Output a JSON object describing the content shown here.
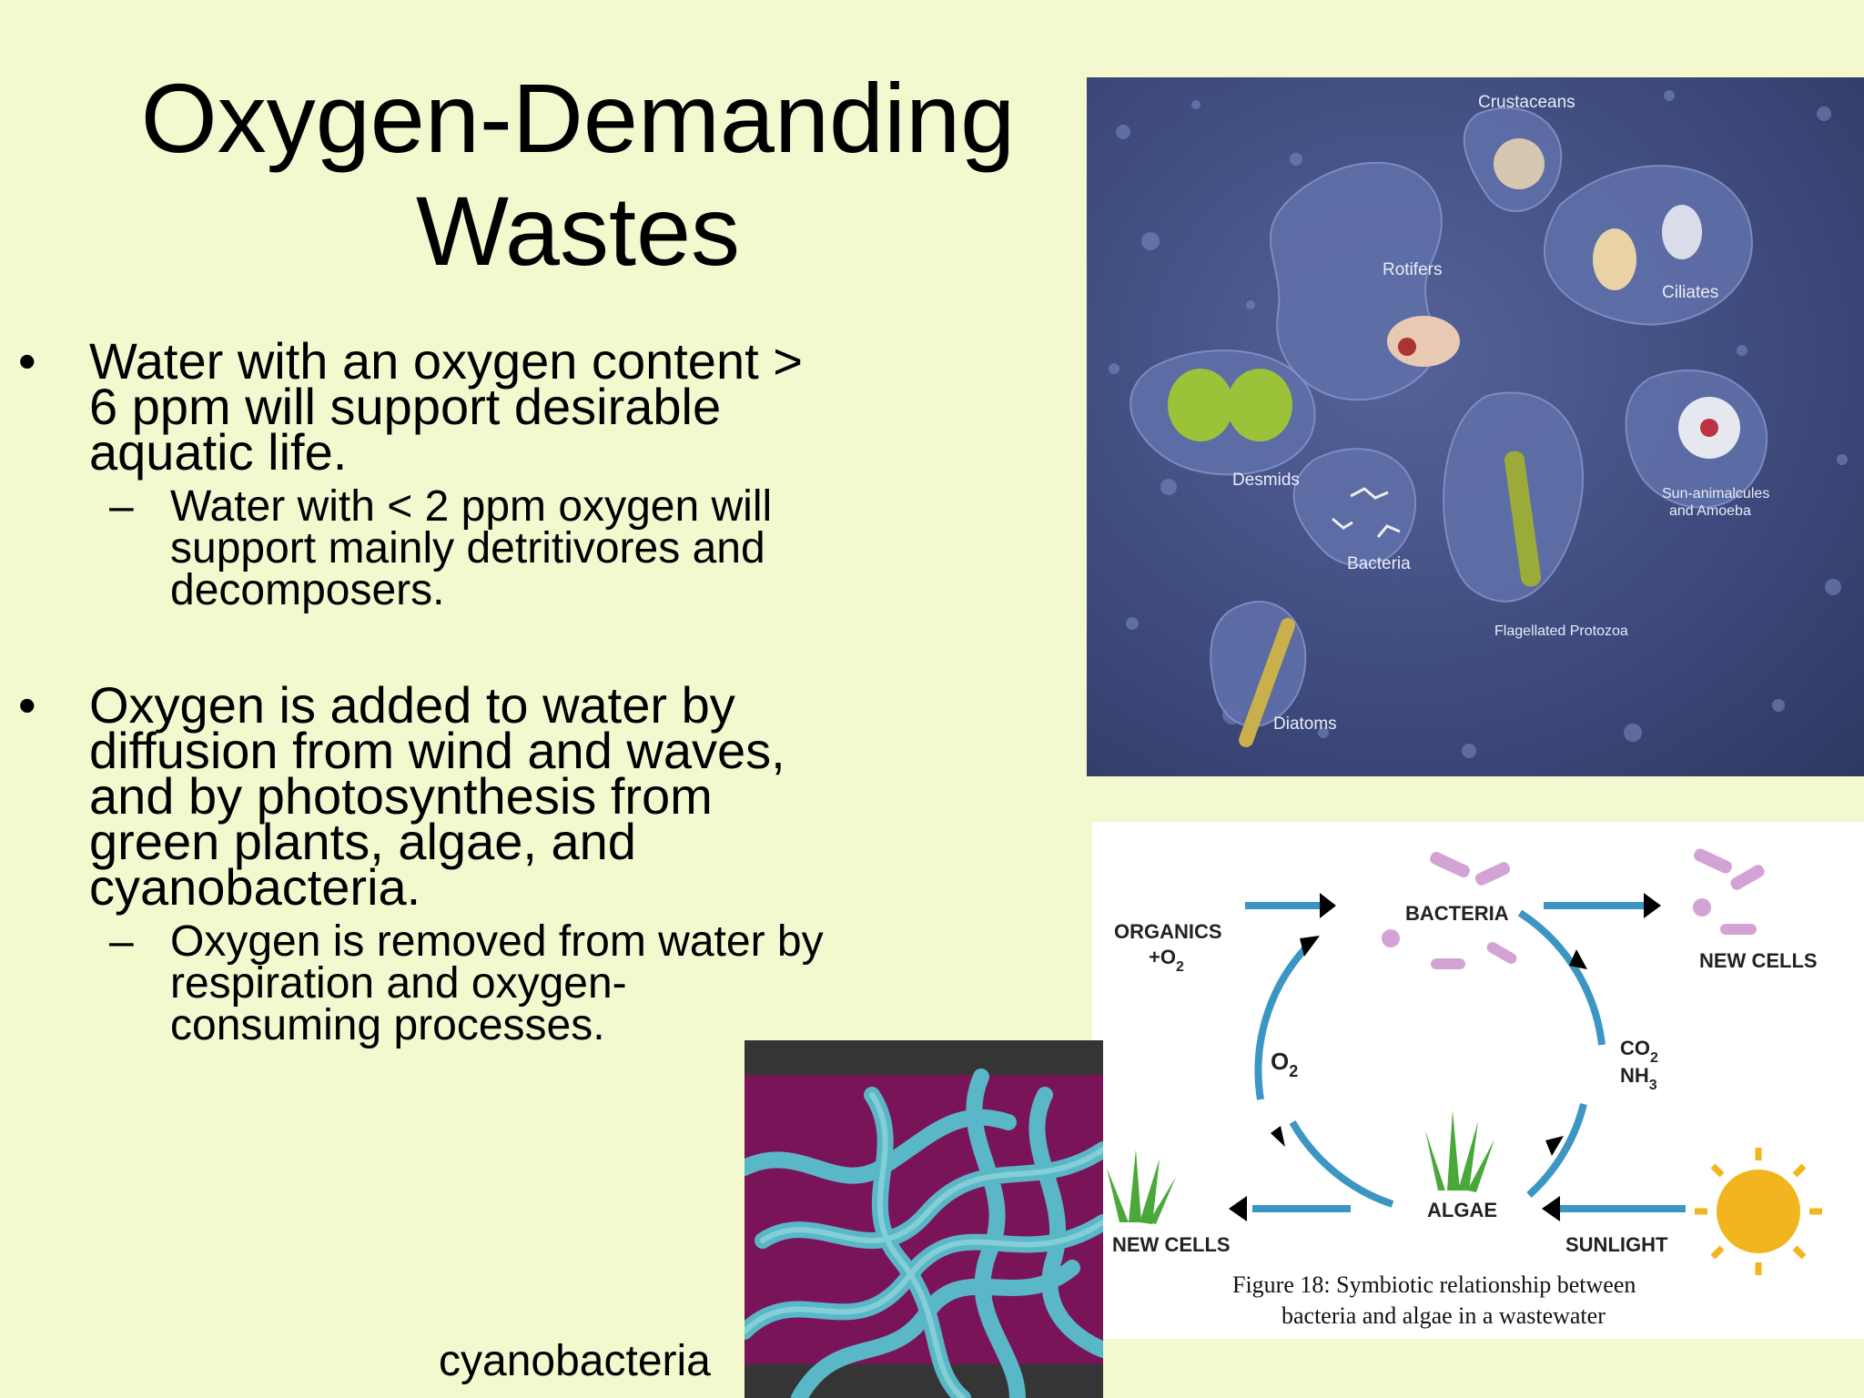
{
  "title": [
    "Oxygen-Demanding",
    "Wastes"
  ],
  "bullets": [
    {
      "text": "Water with an oxygen content > 6 ppm will support desirable aquatic life.",
      "sub": "Water with < 2 ppm oxygen will support mainly detritivores and decomposers."
    },
    {
      "text": "Oxygen is added to water by diffusion from wind and waves, and by photosynthesis from green plants, algae, and cyanobacteria.",
      "sub": "Oxygen is removed from water by respiration and oxygen-consuming processes."
    }
  ],
  "bullet_symbol": "•",
  "sub_symbol": "–",
  "microorganism_image": {
    "labels": {
      "crustaceans": "Crustaceans",
      "rotifers": "Rotifers",
      "ciliates": "Ciliates",
      "desmids": "Desmids",
      "bacteria": "Bacteria",
      "sun_animalcules_1": "Sun-animalcules",
      "sun_animalcules_2": "and Amoeba",
      "flagellated": "Flagellated Protozoa",
      "diatoms": "Diatoms"
    }
  },
  "diagram": {
    "organics_1": "ORGANICS",
    "organics_2": "+O",
    "organics_sub": "2",
    "bacteria": "BACTERIA",
    "new_cells_top": "NEW CELLS",
    "o2": "O",
    "o2_sub": "2",
    "co2": "CO",
    "co2_sub": "2",
    "nh3": "NH",
    "nh3_sub": "3",
    "algae": "ALGAE",
    "new_cells_bottom": "NEW CELLS",
    "sunlight": "SUNLIGHT",
    "caption_1": "Figure 18: Symbiotic relationship between",
    "caption_2": "bacteria and algae in a wastewater",
    "colors": {
      "cycle": "#3b96c4",
      "bacteria": "#d3a3d5",
      "sun": "#f2b51f",
      "grass": "#4aa83a"
    }
  },
  "cyano_label": "cyanobacteria"
}
